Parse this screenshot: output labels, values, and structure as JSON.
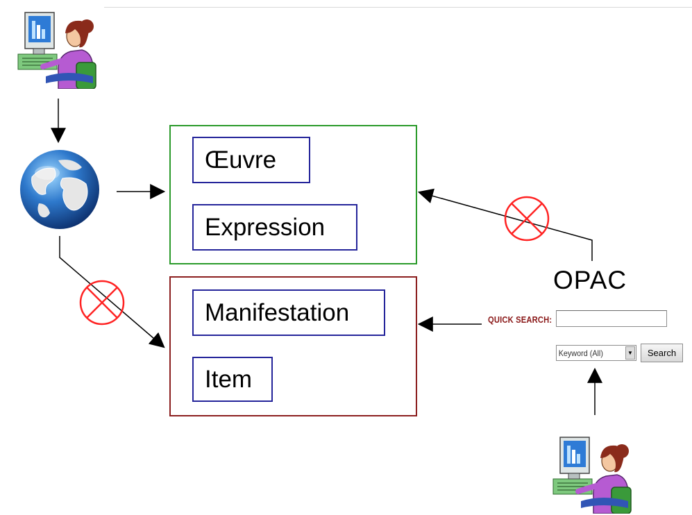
{
  "entities": {
    "work_group": {
      "oeuvre": "Œuvre",
      "expression": "Expression"
    },
    "item_group": {
      "manifestation": "Manifestation",
      "item": "Item"
    }
  },
  "opac": {
    "title": "OPAC",
    "quick_search": {
      "label": "QUICK SEARCH:",
      "input_value": "",
      "select_value": "Keyword (All)",
      "button_label": "Search"
    }
  },
  "icons": {
    "top_user": "user-at-computer-icon",
    "globe": "globe-icon",
    "bottom_user": "user-at-computer-icon",
    "blocked": "blocked-circle-x-icon"
  },
  "colors": {
    "work_group_border": "#2a9a2a",
    "item_group_border": "#8b1e1e",
    "entity_border": "#24249a",
    "blocked_symbol": "#ff2222",
    "quick_search_label": "#8a1818"
  }
}
